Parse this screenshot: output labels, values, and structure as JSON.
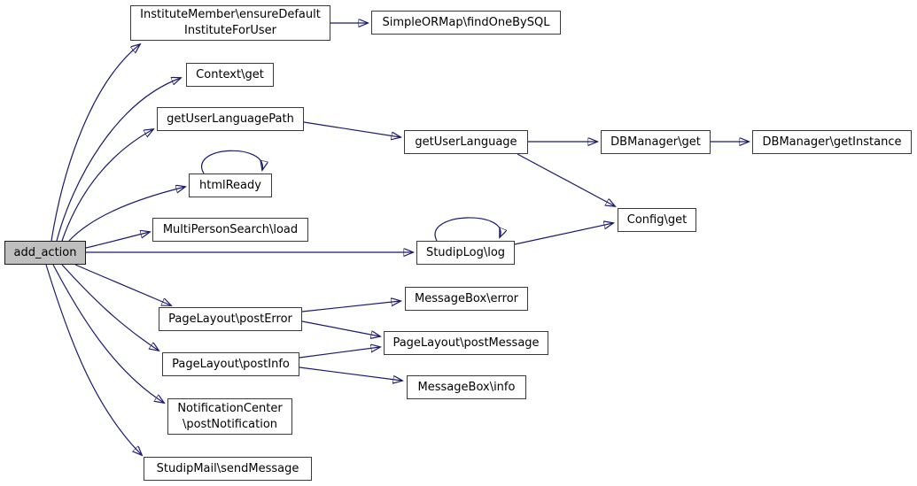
{
  "diagram": {
    "type": "call-graph",
    "colors": {
      "edge": "#191970",
      "node_border": "#3a3a3a",
      "node_fill": "#ffffff",
      "highlight_fill": "#bfbfbf",
      "text": "#000000"
    },
    "root": "add_action",
    "nodes": {
      "add_action": "add_action",
      "institute_member_ensure_default": "InstituteMember\\ensureDefault\nInstituteForUser",
      "simpleormap_findonebysql": "SimpleORMap\\findOneBySQL",
      "context_get": "Context\\get",
      "get_user_language_path": "getUserLanguagePath",
      "get_user_language": "getUserLanguage",
      "dbmanager_get": "DBManager\\get",
      "dbmanager_getinstance": "DBManager\\getInstance",
      "html_ready": "htmlReady",
      "multipersonsearch_load": "MultiPersonSearch\\load",
      "studiplog_log": "StudipLog\\log",
      "config_get": "Config\\get",
      "pagelayout_posterror": "PageLayout\\postError",
      "messagebox_error": "MessageBox\\error",
      "pagelayout_postmessage": "PageLayout\\postMessage",
      "pagelayout_postinfo": "PageLayout\\postInfo",
      "messagebox_info": "MessageBox\\info",
      "notificationcenter_postnotification": "NotificationCenter\n\\postNotification",
      "studipmail_sendmessage": "StudipMail\\sendMessage"
    },
    "edges": [
      {
        "from": "add_action",
        "to": "InstituteMember\\ensureDefaultInstituteForUser"
      },
      {
        "from": "add_action",
        "to": "Context\\get"
      },
      {
        "from": "add_action",
        "to": "getUserLanguagePath"
      },
      {
        "from": "add_action",
        "to": "htmlReady"
      },
      {
        "from": "add_action",
        "to": "MultiPersonSearch\\load"
      },
      {
        "from": "add_action",
        "to": "StudipLog\\log"
      },
      {
        "from": "add_action",
        "to": "PageLayout\\postError"
      },
      {
        "from": "add_action",
        "to": "PageLayout\\postInfo"
      },
      {
        "from": "add_action",
        "to": "NotificationCenter\\postNotification"
      },
      {
        "from": "add_action",
        "to": "StudipMail\\sendMessage"
      },
      {
        "from": "InstituteMember\\ensureDefaultInstituteForUser",
        "to": "SimpleORMap\\findOneBySQL"
      },
      {
        "from": "getUserLanguagePath",
        "to": "getUserLanguage"
      },
      {
        "from": "getUserLanguage",
        "to": "DBManager\\get"
      },
      {
        "from": "DBManager\\get",
        "to": "DBManager\\getInstance"
      },
      {
        "from": "getUserLanguage",
        "to": "Config\\get"
      },
      {
        "from": "StudipLog\\log",
        "to": "Config\\get"
      },
      {
        "from": "StudipLog\\log",
        "to": "StudipLog\\log"
      },
      {
        "from": "htmlReady",
        "to": "htmlReady"
      },
      {
        "from": "PageLayout\\postError",
        "to": "MessageBox\\error"
      },
      {
        "from": "PageLayout\\postError",
        "to": "PageLayout\\postMessage"
      },
      {
        "from": "PageLayout\\postInfo",
        "to": "PageLayout\\postMessage"
      },
      {
        "from": "PageLayout\\postInfo",
        "to": "MessageBox\\info"
      }
    ]
  }
}
